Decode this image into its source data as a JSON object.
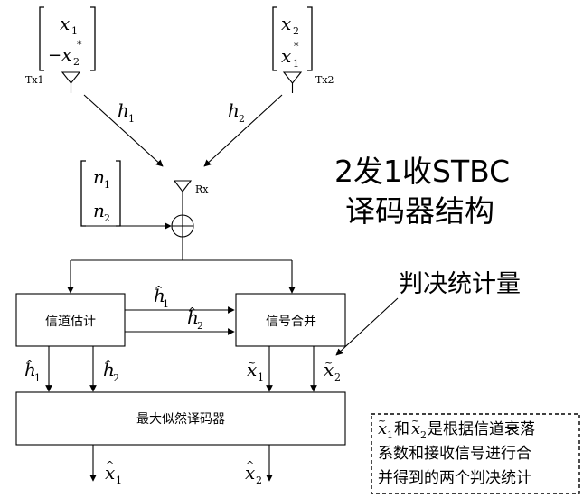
{
  "tx1": {
    "label": "Tx1",
    "vec": [
      {
        "sign": "",
        "var": "x",
        "sub": "1",
        "sup": ""
      },
      {
        "sign": "−",
        "var": "x",
        "sub": "2",
        "sup": "*"
      }
    ]
  },
  "tx2": {
    "label": "Tx2",
    "vec": [
      {
        "sign": "",
        "var": "x",
        "sub": "2",
        "sup": ""
      },
      {
        "sign": "",
        "var": "x",
        "sub": "1",
        "sup": "*"
      }
    ]
  },
  "rx": {
    "label": "Rx"
  },
  "noise": [
    {
      "var": "n",
      "sub": "1"
    },
    {
      "var": "n",
      "sub": "2"
    }
  ],
  "h": {
    "var": "h",
    "s1": "1",
    "s2": "2"
  },
  "title": {
    "line1": "2发1收STBC",
    "line2": "译码器结构"
  },
  "stat_label": "判决统计量",
  "blocks": {
    "estimator": "信道估计",
    "combiner": "信号合并",
    "ml_decoder": "最大似然译码器"
  },
  "note": {
    "sym_x": "x",
    "s1": "1",
    "s2": "2",
    "and": "和",
    "rest1": "是根据信道衰落",
    "line2": "系数和接收信号进行合",
    "line3": "并得到的两个判决统计"
  }
}
